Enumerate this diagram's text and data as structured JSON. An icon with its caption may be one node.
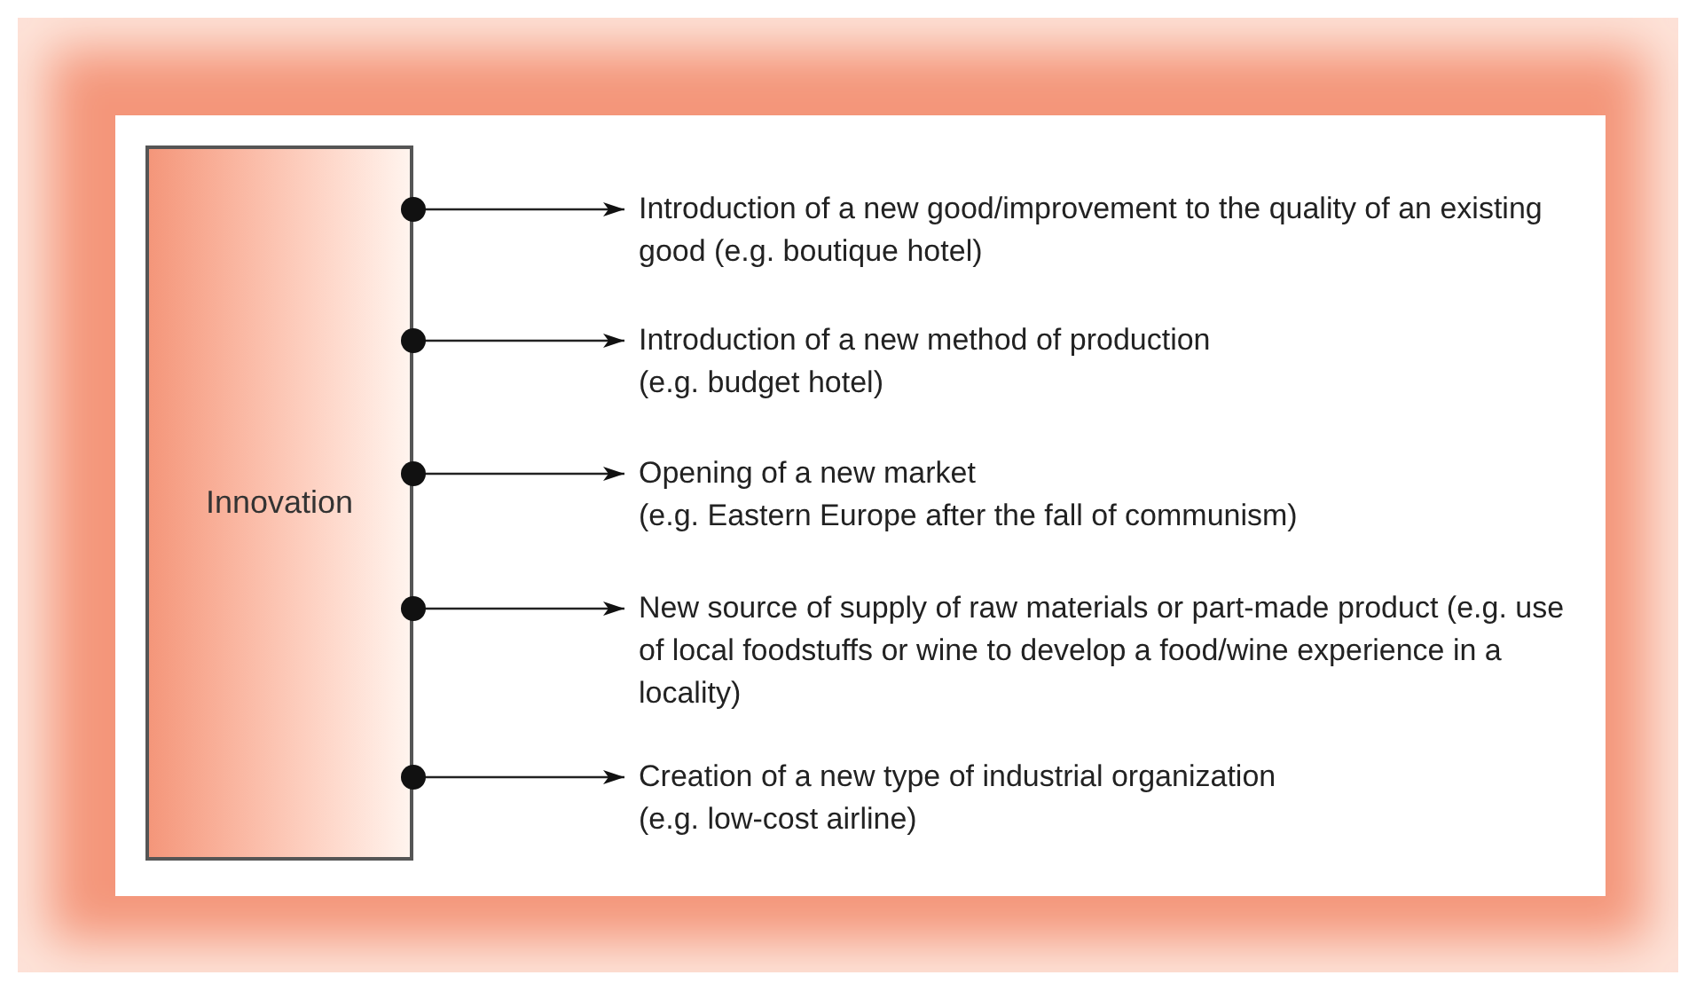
{
  "diagram": {
    "nodes": [
      {
        "text": [
          "Innovation"
        ]
      },
      {
        "text": [
          "Introduction of a new good/improvement to the quality of an existing good (e.g. boutique hotel)"
        ]
      },
      {
        "text": [
          "Introduction of a new method of production",
          "(e.g. budget hotel)"
        ]
      },
      {
        "text": [
          "Opening of a new market",
          "(e.g. Eastern Europe after the fall of communism)"
        ]
      },
      {
        "text": [
          "New source of supply of raw materials or part-made product (e.g. use of local foodstuffs or wine to develop a food/wine experience in a locality)"
        ]
      },
      {
        "text": [
          "Creation of a new type of industrial organization",
          "(e.g. low-cost airline)"
        ]
      }
    ],
    "edges": [
      {
        "from": 0,
        "to": 1,
        "arrow": "to"
      },
      {
        "from": 0,
        "to": 2,
        "arrow": "to"
      },
      {
        "from": 0,
        "to": 3,
        "arrow": "to"
      },
      {
        "from": 0,
        "to": 4,
        "arrow": "to"
      },
      {
        "from": 0,
        "to": 5,
        "arrow": "to"
      }
    ]
  }
}
